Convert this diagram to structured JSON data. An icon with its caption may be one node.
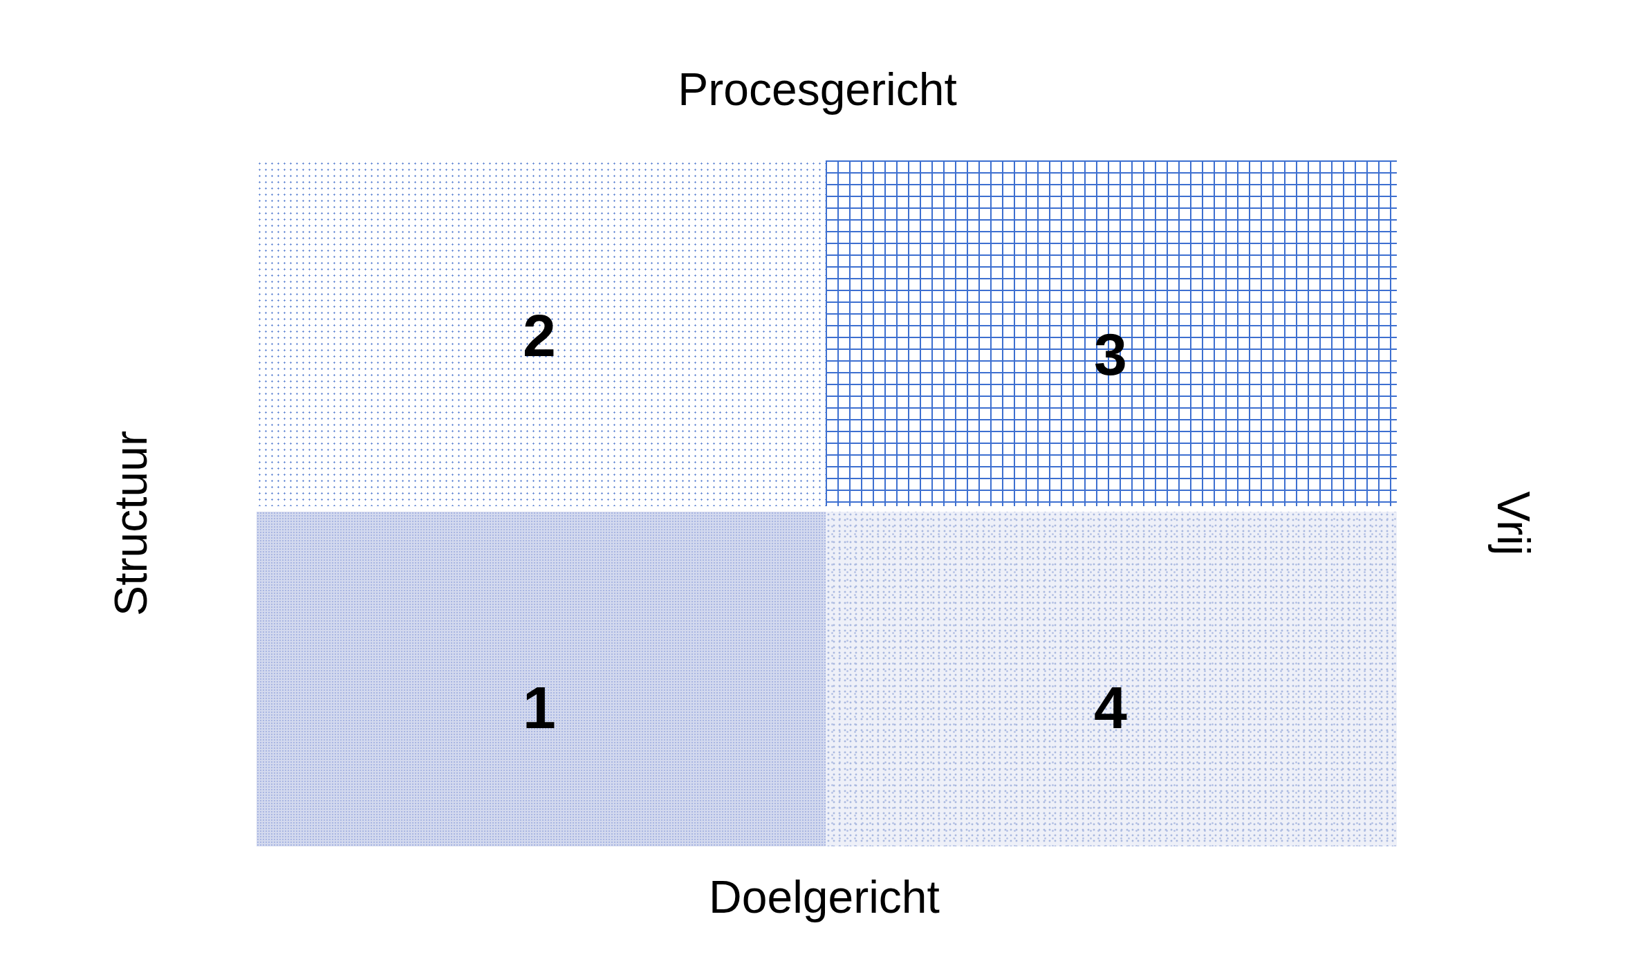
{
  "diagram": {
    "nodes": [
      {
        "text": [
          "2"
        ]
      },
      {
        "text": [
          "3"
        ]
      },
      {
        "text": [
          "1"
        ]
      },
      {
        "text": [
          "4"
        ]
      }
    ],
    "edges": [],
    "labels": [
      "Procesgericht",
      "Structuur",
      "Vrij",
      "Doelgericht"
    ]
  }
}
